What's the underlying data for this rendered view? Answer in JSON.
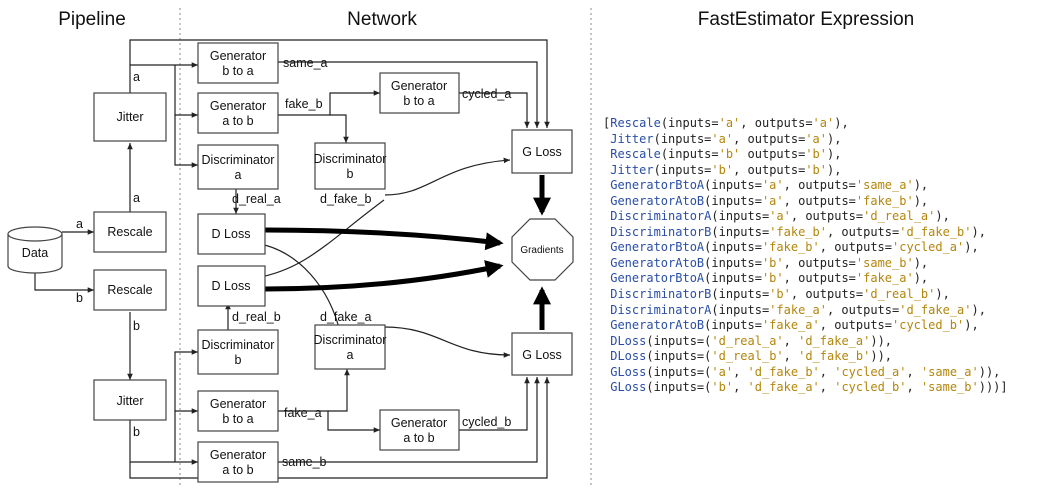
{
  "headers": {
    "pipeline": "Pipeline",
    "network": "Network",
    "expression": "FastEstimator Expression"
  },
  "boxes": {
    "data": "Data",
    "rescale": "Rescale",
    "jitter": "Jitter",
    "generator_b_to_a": [
      "Generator",
      "b to a"
    ],
    "generator_a_to_b": [
      "Generator",
      "a to b"
    ],
    "discriminator_a": [
      "Discriminator",
      "a"
    ],
    "discriminator_b": [
      "Discriminator",
      "b"
    ],
    "d_loss": "D Loss",
    "g_loss": "G Loss",
    "gradients": "Gradients"
  },
  "wire_labels": {
    "a": "a",
    "b": "b",
    "same_a": "same_a",
    "fake_b": "fake_b",
    "cycled_a": "cycled_a",
    "d_real_a": "d_real_a",
    "d_fake_b": "d_fake_b",
    "d_real_b": "d_real_b",
    "d_fake_a": "d_fake_a",
    "fake_a": "fake_a",
    "cycled_b": "cycled_b",
    "same_b": "same_b"
  },
  "code_lines": [
    [
      [
        "[",
        "pn"
      ],
      [
        "Rescale",
        "fn"
      ],
      [
        "(inputs=",
        "pn"
      ],
      [
        "'a'",
        "st"
      ],
      [
        ", outputs=",
        "pn"
      ],
      [
        "'a'",
        "st"
      ],
      [
        "),",
        "pn"
      ]
    ],
    [
      [
        " ",
        "pn"
      ],
      [
        "Jitter",
        "fn"
      ],
      [
        "(inputs=",
        "pn"
      ],
      [
        "'a'",
        "st"
      ],
      [
        ", outputs=",
        "pn"
      ],
      [
        "'a'",
        "st"
      ],
      [
        "),",
        "pn"
      ]
    ],
    [
      [
        " ",
        "pn"
      ],
      [
        "Rescale",
        "fn"
      ],
      [
        "(inputs=",
        "pn"
      ],
      [
        "'b'",
        "st"
      ],
      [
        " outputs=",
        "pn"
      ],
      [
        "'b'",
        "st"
      ],
      [
        "),",
        "pn"
      ]
    ],
    [
      [
        " ",
        "pn"
      ],
      [
        "Jitter",
        "fn"
      ],
      [
        "(inputs=",
        "pn"
      ],
      [
        "'b'",
        "st"
      ],
      [
        ", outputs=",
        "pn"
      ],
      [
        "'b'",
        "st"
      ],
      [
        "),",
        "pn"
      ]
    ],
    [
      [
        " ",
        "pn"
      ],
      [
        "GeneratorBtoA",
        "fn"
      ],
      [
        "(inputs=",
        "pn"
      ],
      [
        "'a'",
        "st"
      ],
      [
        ", outputs=",
        "pn"
      ],
      [
        "'same_a'",
        "st"
      ],
      [
        "),",
        "pn"
      ]
    ],
    [
      [
        " ",
        "pn"
      ],
      [
        "GeneratorAtoB",
        "fn"
      ],
      [
        "(inputs=",
        "pn"
      ],
      [
        "'a'",
        "st"
      ],
      [
        ", outputs=",
        "pn"
      ],
      [
        "'fake_b'",
        "st"
      ],
      [
        "),",
        "pn"
      ]
    ],
    [
      [
        " ",
        "pn"
      ],
      [
        "DiscriminatorA",
        "fn"
      ],
      [
        "(inputs=",
        "pn"
      ],
      [
        "'a'",
        "st"
      ],
      [
        ", outputs=",
        "pn"
      ],
      [
        "'d_real_a'",
        "st"
      ],
      [
        "),",
        "pn"
      ]
    ],
    [
      [
        " ",
        "pn"
      ],
      [
        "DiscriminatorB",
        "fn"
      ],
      [
        "(inputs=",
        "pn"
      ],
      [
        "'fake_b'",
        "st"
      ],
      [
        ", outputs=",
        "pn"
      ],
      [
        "'d_fake_b'",
        "st"
      ],
      [
        "),",
        "pn"
      ]
    ],
    [
      [
        " ",
        "pn"
      ],
      [
        "GeneratorBtoA",
        "fn"
      ],
      [
        "(inputs=",
        "pn"
      ],
      [
        "'fake_b'",
        "st"
      ],
      [
        ", outputs=",
        "pn"
      ],
      [
        "'cycled_a'",
        "st"
      ],
      [
        "),",
        "pn"
      ]
    ],
    [
      [
        " ",
        "pn"
      ],
      [
        "GeneratorAtoB",
        "fn"
      ],
      [
        "(inputs=",
        "pn"
      ],
      [
        "'b'",
        "st"
      ],
      [
        ", outputs=",
        "pn"
      ],
      [
        "'same_b'",
        "st"
      ],
      [
        "),",
        "pn"
      ]
    ],
    [
      [
        " ",
        "pn"
      ],
      [
        "GeneratorBtoA",
        "fn"
      ],
      [
        "(inputs=",
        "pn"
      ],
      [
        "'b'",
        "st"
      ],
      [
        ", outputs=",
        "pn"
      ],
      [
        "'fake_a'",
        "st"
      ],
      [
        "),",
        "pn"
      ]
    ],
    [
      [
        " ",
        "pn"
      ],
      [
        "DiscriminatorB",
        "fn"
      ],
      [
        "(inputs=",
        "pn"
      ],
      [
        "'b'",
        "st"
      ],
      [
        ", outputs=",
        "pn"
      ],
      [
        "'d_real_b'",
        "st"
      ],
      [
        "),",
        "pn"
      ]
    ],
    [
      [
        " ",
        "pn"
      ],
      [
        "DiscriminatorA",
        "fn"
      ],
      [
        "(inputs=",
        "pn"
      ],
      [
        "'fake_a'",
        "st"
      ],
      [
        ", outputs=",
        "pn"
      ],
      [
        "'d_fake_a'",
        "st"
      ],
      [
        "),",
        "pn"
      ]
    ],
    [
      [
        " ",
        "pn"
      ],
      [
        "GeneratorAtoB",
        "fn"
      ],
      [
        "(inputs=",
        "pn"
      ],
      [
        "'fake_a'",
        "st"
      ],
      [
        ", outputs=",
        "pn"
      ],
      [
        "'cycled_b'",
        "st"
      ],
      [
        "),",
        "pn"
      ]
    ],
    [
      [
        " ",
        "pn"
      ],
      [
        "DLoss",
        "fn"
      ],
      [
        "(inputs=(",
        "pn"
      ],
      [
        "'d_real_a'",
        "st"
      ],
      [
        ", ",
        "pn"
      ],
      [
        "'d_fake_a'",
        "st"
      ],
      [
        ")),",
        "pn"
      ]
    ],
    [
      [
        " ",
        "pn"
      ],
      [
        "DLoss",
        "fn"
      ],
      [
        "(inputs=(",
        "pn"
      ],
      [
        "'d_real_b'",
        "st"
      ],
      [
        ", ",
        "pn"
      ],
      [
        "'d_fake_b'",
        "st"
      ],
      [
        ")),",
        "pn"
      ]
    ],
    [
      [
        " ",
        "pn"
      ],
      [
        "GLoss",
        "fn"
      ],
      [
        "(inputs=(",
        "pn"
      ],
      [
        "'a'",
        "st"
      ],
      [
        ", ",
        "pn"
      ],
      [
        "'d_fake_b'",
        "st"
      ],
      [
        ", ",
        "pn"
      ],
      [
        "'cycled_a'",
        "st"
      ],
      [
        ", ",
        "pn"
      ],
      [
        "'same_a'",
        "st"
      ],
      [
        ")),",
        "pn"
      ]
    ],
    [
      [
        " ",
        "pn"
      ],
      [
        "GLoss",
        "fn"
      ],
      [
        "(inputs=(",
        "pn"
      ],
      [
        "'b'",
        "st"
      ],
      [
        ", ",
        "pn"
      ],
      [
        "'d_fake_a'",
        "st"
      ],
      [
        ", ",
        "pn"
      ],
      [
        "'cycled_b'",
        "st"
      ],
      [
        ", ",
        "pn"
      ],
      [
        "'same_b'",
        "st"
      ],
      [
        ")))]",
        "pn"
      ]
    ]
  ]
}
